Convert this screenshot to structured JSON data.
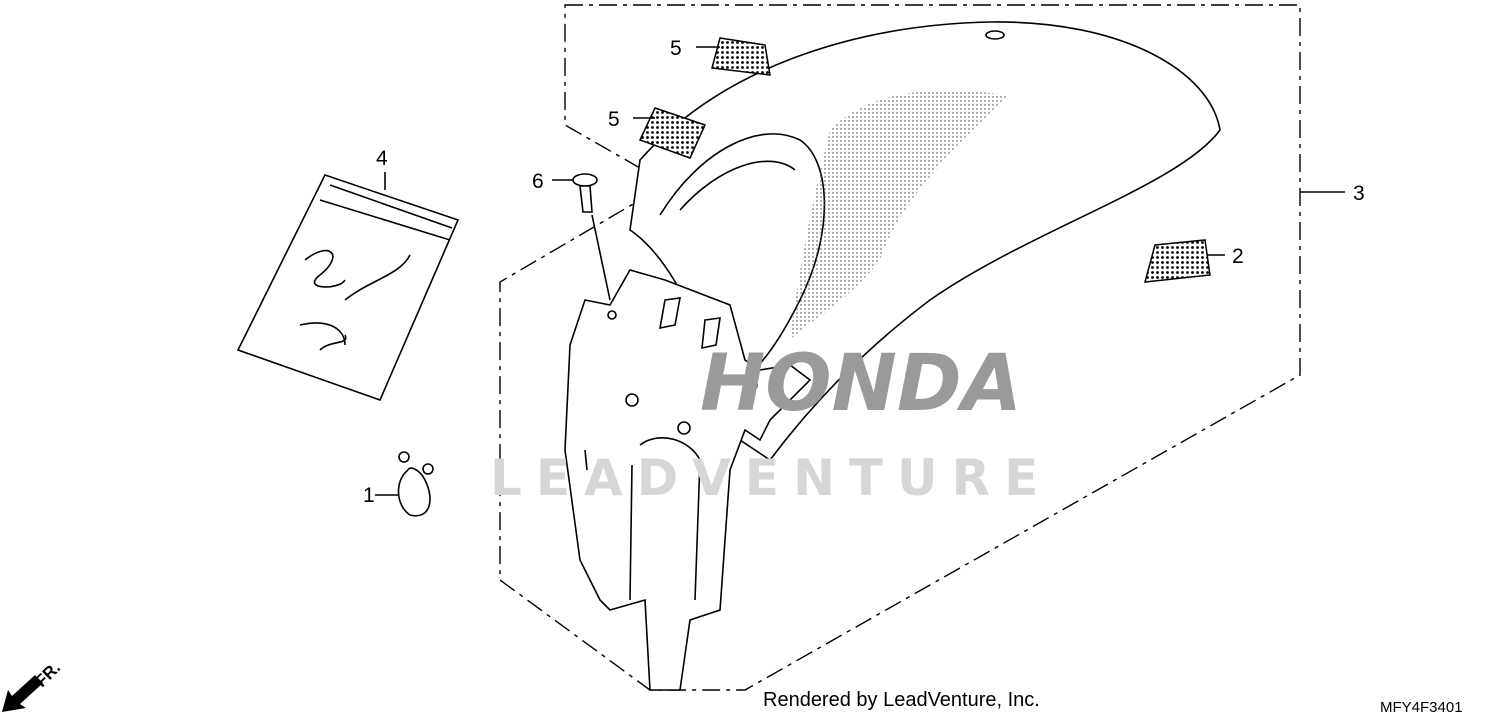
{
  "diagram": {
    "callouts": [
      {
        "number": "1",
        "part": "clamp"
      },
      {
        "number": "2",
        "part": "reflector"
      },
      {
        "number": "3",
        "part": "rear-fender-assembly"
      },
      {
        "number": "4",
        "part": "document-bag"
      },
      {
        "number": "5",
        "part": "reflector-pad"
      },
      {
        "number": "5b",
        "label": "5",
        "part": "reflector-pad"
      },
      {
        "number": "6",
        "part": "clip"
      }
    ],
    "labels": {
      "c1": "1",
      "c2": "2",
      "c3": "3",
      "c4": "4",
      "c5a": "5",
      "c5b": "5",
      "c6": "6"
    },
    "direction_label": "FR.",
    "watermark": "LEADVENTURE",
    "logo_text": "HONDA",
    "credit": "Rendered by LeadVenture, Inc.",
    "diagram_code": "MFY4F3401"
  }
}
